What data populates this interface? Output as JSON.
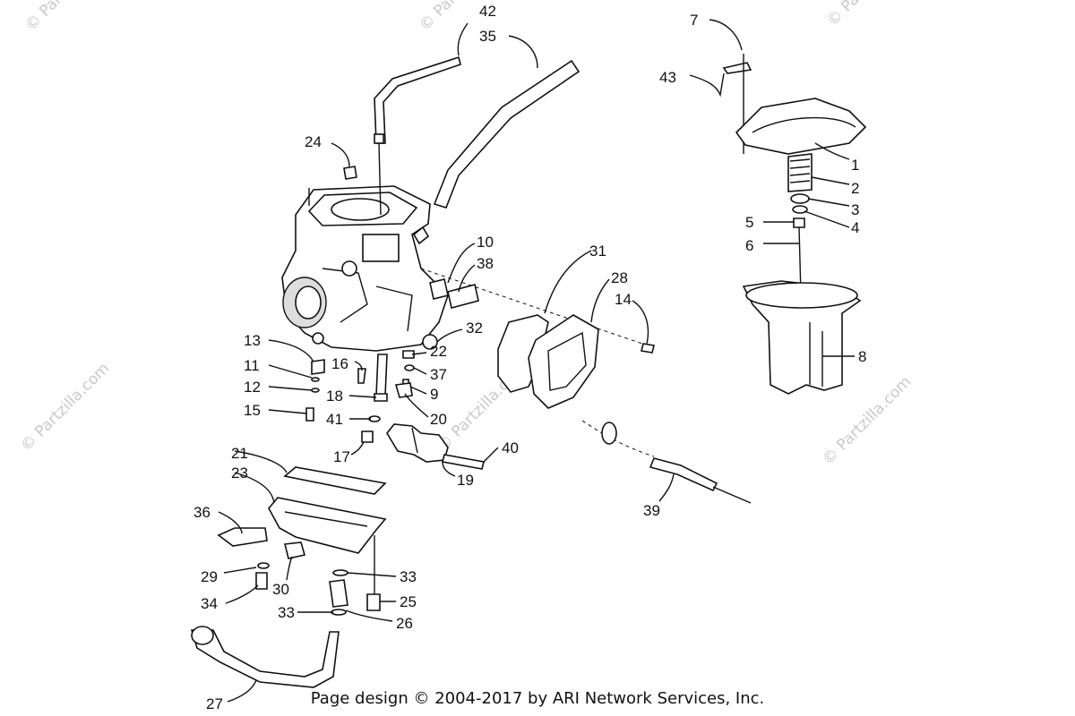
{
  "watermark": "© Partzilla.com",
  "callouts": [
    "1",
    "2",
    "3",
    "4",
    "5",
    "6",
    "7",
    "8",
    "9",
    "10",
    "11",
    "12",
    "13",
    "14",
    "15",
    "16",
    "17",
    "18",
    "19",
    "20",
    "21",
    "22",
    "23",
    "24",
    "25",
    "26",
    "27",
    "28",
    "29",
    "30",
    "31",
    "32",
    "33",
    "33",
    "34",
    "35",
    "36",
    "37",
    "38",
    "39",
    "40",
    "41",
    "42",
    "43"
  ],
  "footer": "Page design © 2004-2017 by ARI Network Services, Inc."
}
